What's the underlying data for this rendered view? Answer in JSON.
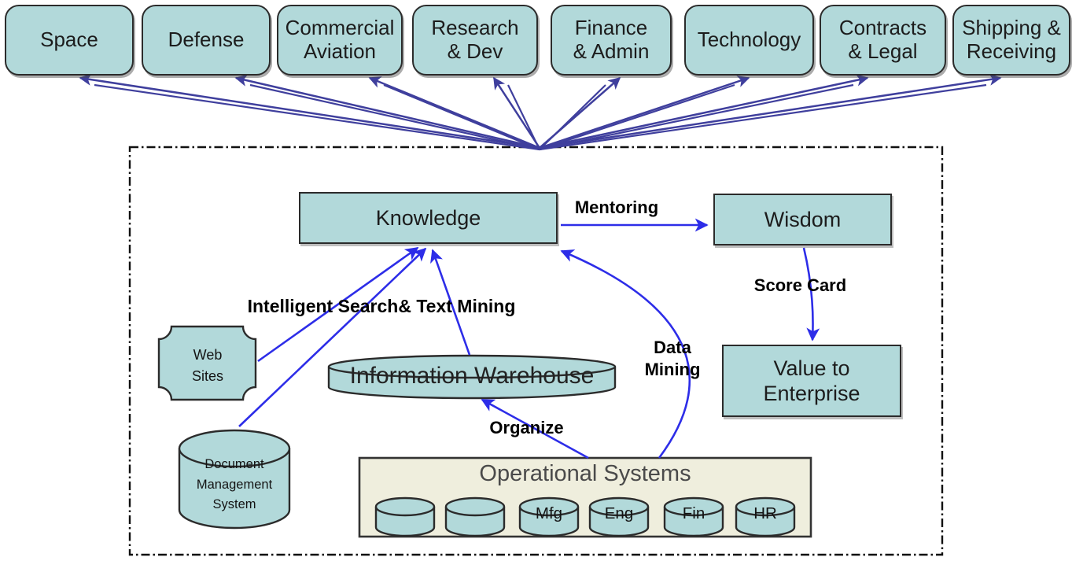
{
  "colors": {
    "shapeFill": "#b2d9da",
    "shapeBorder": "#2b2b2b",
    "panelFill": "#efeedd",
    "arrowBlue": "#2d2de8",
    "arrowSlate": "#3f3f9d",
    "textDark": "#1c1c1c",
    "titleGray": "#4a4a4a"
  },
  "top_row": {
    "items": [
      {
        "label": "Space"
      },
      {
        "label": "Defense"
      },
      {
        "label": "Commercial\nAviation"
      },
      {
        "label": "Research\n& Dev"
      },
      {
        "label": "Finance\n& Admin"
      },
      {
        "label": "Technology"
      },
      {
        "label": "Contracts\n& Legal"
      },
      {
        "label": "Shipping &\nReceiving"
      }
    ]
  },
  "boxes": {
    "knowledge": "Knowledge",
    "wisdom": "Wisdom",
    "value_to_enterprise": "Value to\nEnterprise"
  },
  "shapes": {
    "web_sites": "Web\nSites",
    "dms": "Document\nManagement\nSystem",
    "warehouse": "Information Warehouse"
  },
  "opsys": {
    "title": "Operational Systems",
    "cylinders": [
      "",
      "",
      "Mfg",
      "Eng",
      "Fin",
      "HR"
    ]
  },
  "labels": {
    "mentoring": "Mentoring",
    "score_card": "Score Card",
    "intelligent": "Intelligent Search& Text Mining",
    "organize": "Organize",
    "data_mining": "Data\nMining"
  }
}
